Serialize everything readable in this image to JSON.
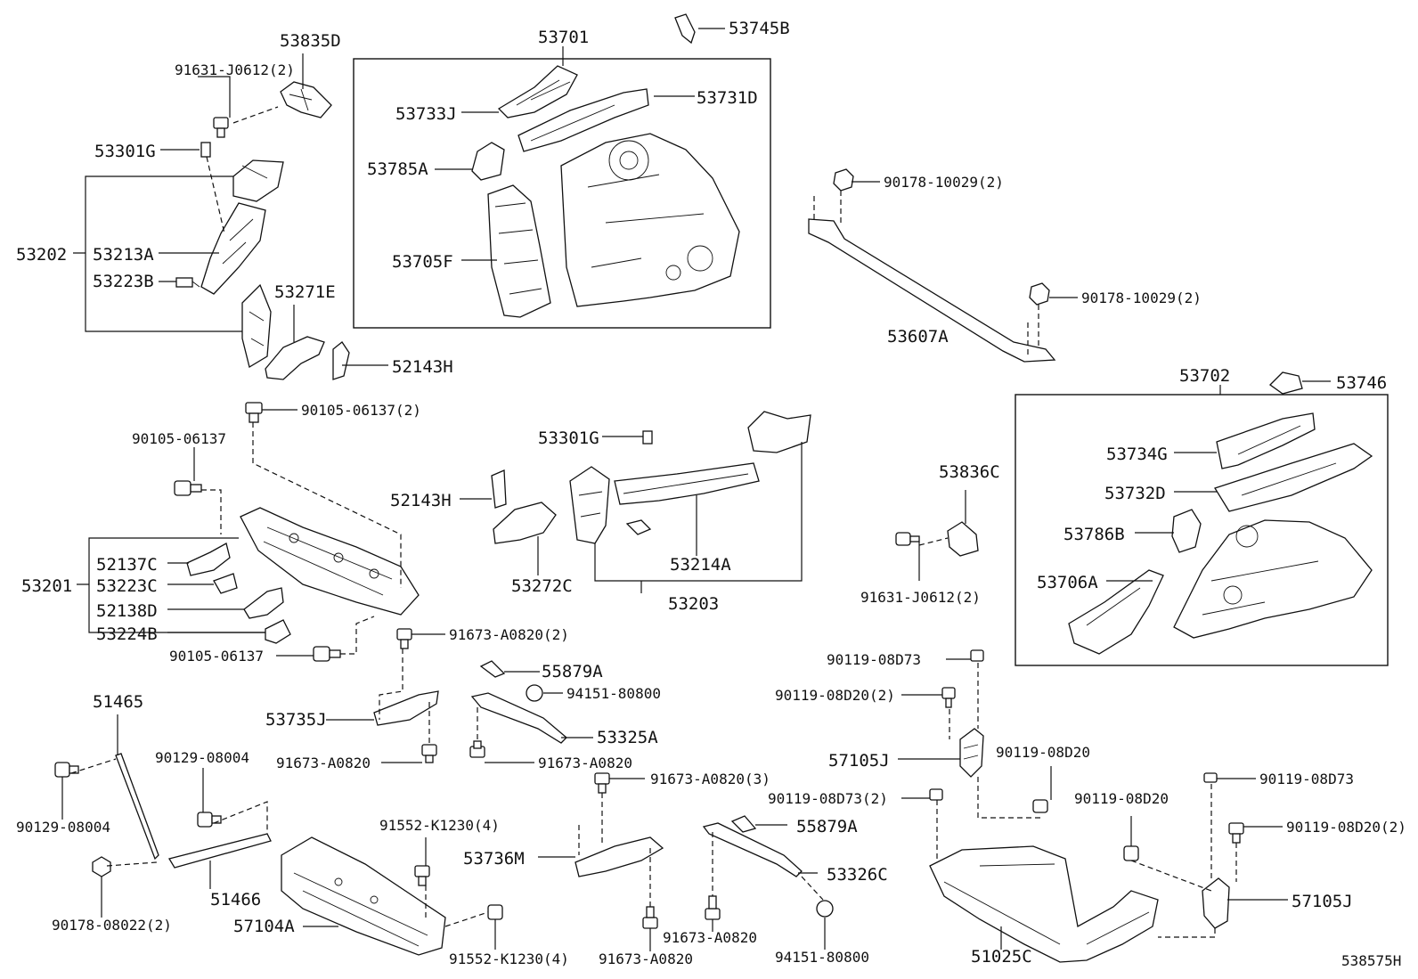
{
  "diagram": {
    "figure_id": "538575H",
    "labels": {
      "l01": "53835D",
      "l02": "91631-J0612(2)",
      "l03": "53301G",
      "l04": "53202",
      "l05": "53213A",
      "l06": "53223B",
      "l07": "53271E",
      "l08": "52143H",
      "l09": "53701",
      "l10": "53745B",
      "l11": "53733J",
      "l12": "53731D",
      "l13": "53785A",
      "l14": "53705F",
      "l15": "90178-10029(2)",
      "l16": "90178-10029(2)",
      "l17": "53607A",
      "l18": "53702",
      "l19": "53746",
      "l20": "53734G",
      "l21": "53732D",
      "l22": "53786B",
      "l23": "53706A",
      "l24": "90105-06137(2)",
      "l25": "90105-06137",
      "l26": "53201",
      "l27": "52137C",
      "l28": "53223C",
      "l29": "52138D",
      "l30": "53224B",
      "l31": "90105-06137",
      "l32": "53301G",
      "l33": "52143H",
      "l34": "53272C",
      "l35": "53214A",
      "l36": "53203",
      "l37": "53836C",
      "l38": "91631-J0612(2)",
      "l39": "91673-A0820(2)",
      "l40": "55879A",
      "l41": "94151-80800",
      "l42": "53735J",
      "l43": "53325A",
      "l44": "91673-A0820",
      "l45": "91673-A0820",
      "l46": "90119-08D73",
      "l47": "90119-08D20(2)",
      "l48": "57105J",
      "l49": "90119-08D20",
      "l50": "90119-08D73(2)",
      "l51": "90119-08D20",
      "l52": "90119-08D73",
      "l53": "90119-08D20(2)",
      "l54": "57105J",
      "l55": "51465",
      "l56": "90129-08004",
      "l57": "90129-08004",
      "l58": "51466",
      "l59": "90178-08022(2)",
      "l60": "91552-K1230(4)",
      "l61": "57104A",
      "l62": "91552-K1230(4)",
      "l63": "91673-A0820(3)",
      "l64": "53736M",
      "l65": "91673-A0820",
      "l66": "55879A",
      "l67": "53326C",
      "l68": "91673-A0820",
      "l69": "94151-80800",
      "l70": "51025C"
    }
  }
}
